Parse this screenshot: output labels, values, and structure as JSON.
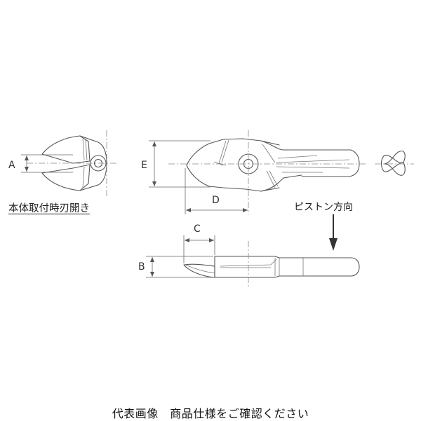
{
  "labels": {
    "dim_a": "A",
    "dim_b": "B",
    "dim_c": "C",
    "dim_d": "D",
    "dim_e": "E",
    "blade_open_when_mounted": "本体取付時刃開き",
    "piston_direction": "ピストン方向"
  },
  "caption": "代表画像　商品仕様をご確認ください"
}
